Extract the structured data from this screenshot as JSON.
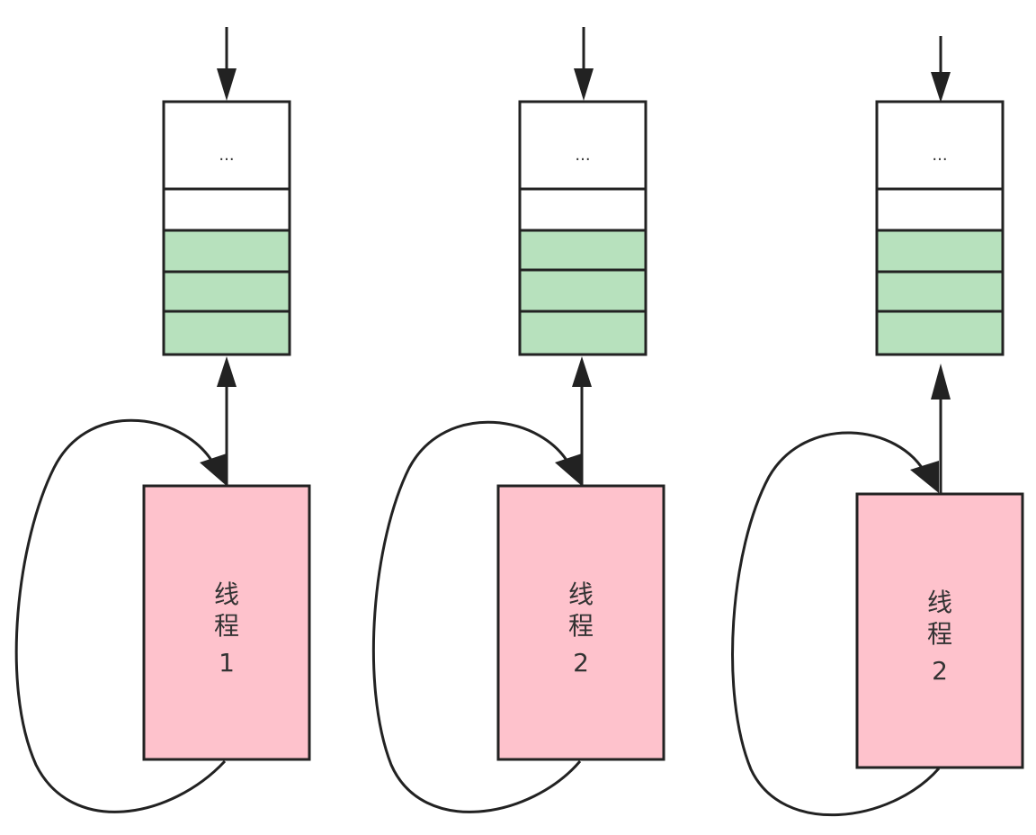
{
  "columns": [
    {
      "queue": {
        "top_label": "...",
        "empty_cells": 1,
        "filled_cells": 3
      },
      "thread": {
        "line1": "线",
        "line2": "程",
        "line3": "1"
      }
    },
    {
      "queue": {
        "top_label": "...",
        "empty_cells": 1,
        "filled_cells": 3
      },
      "thread": {
        "line1": "线",
        "line2": "程",
        "line3": "2"
      }
    },
    {
      "queue": {
        "top_label": "...",
        "empty_cells": 1,
        "filled_cells": 3
      },
      "thread": {
        "line1": "线",
        "line2": "程",
        "line3": "2"
      }
    }
  ],
  "colors": {
    "queue_filled": "#b7e1bd",
    "thread_box": "#fec2cc",
    "stroke": "#222222"
  }
}
